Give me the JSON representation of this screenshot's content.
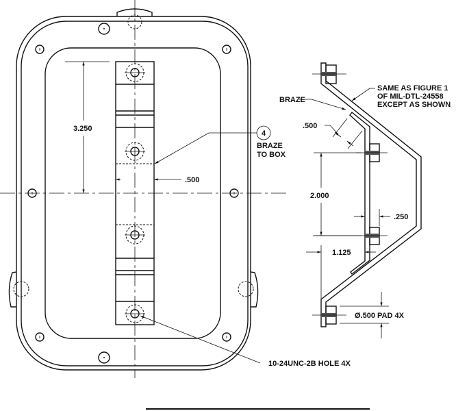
{
  "front_view": {
    "dim_height": "3.250",
    "dim_width": ".500",
    "balloon_number": "4",
    "balloon_note_line1": "BRAZE",
    "balloon_note_line2": "TO BOX",
    "hole_note": "10-24UNC-2B HOLE 4X"
  },
  "side_view": {
    "braze_label": "BRAZE",
    "note_line1": "SAME AS FIGURE 1",
    "note_line2": "OF MIL-DTL-24558",
    "note_line3": "EXCEPT AS SHOWN",
    "dim_500": ".500",
    "dim_2000": "2.000",
    "dim_250": ".250",
    "dim_1125": "1.125",
    "pad_note": "Ø.500 PAD 4X"
  }
}
